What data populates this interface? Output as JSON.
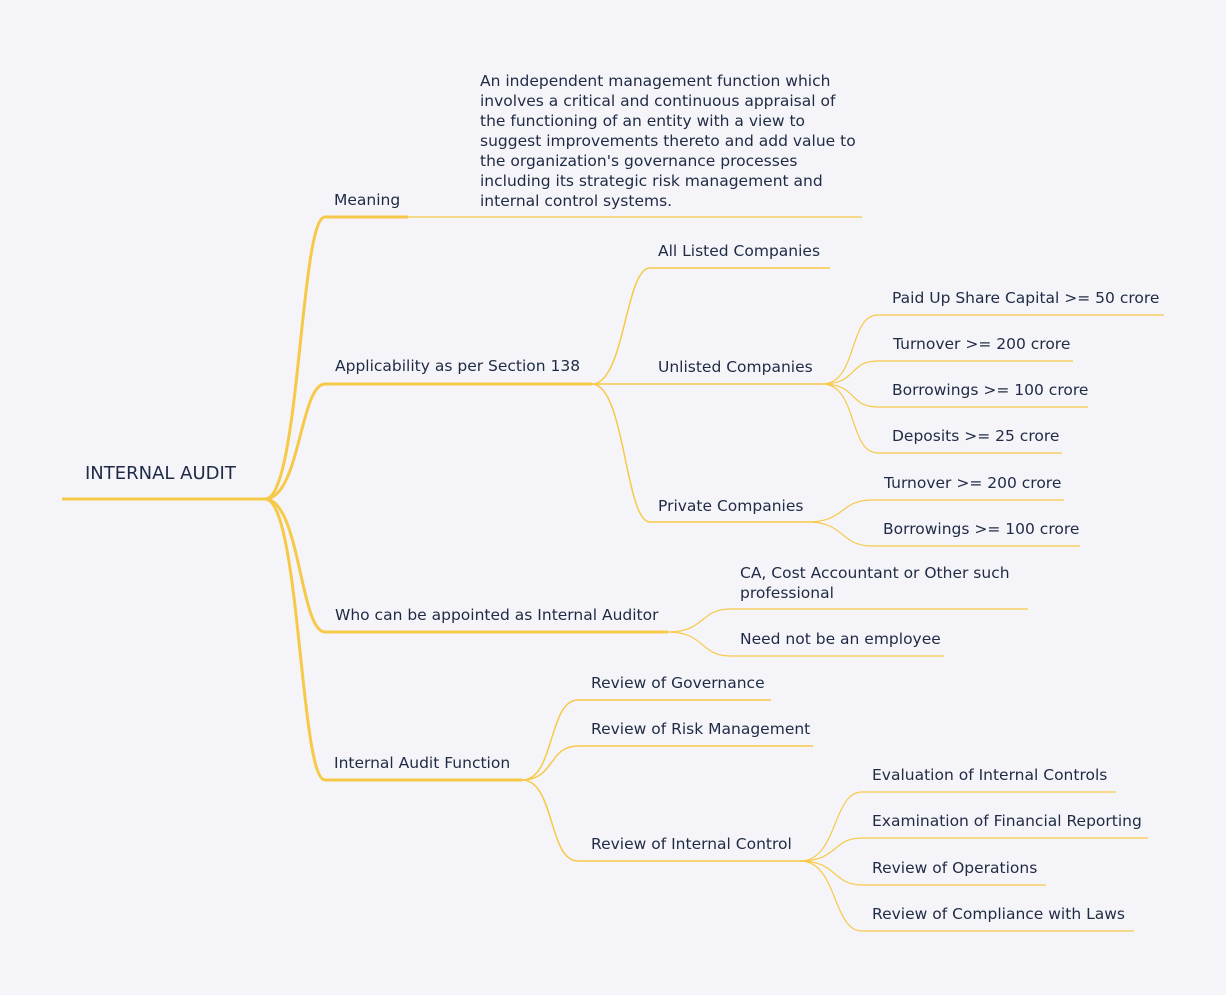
{
  "mindmap": {
    "root": "INTERNAL AUDIT",
    "meaning": {
      "label": "Meaning",
      "definition": "An independent management function which involves a critical and continuous appraisal of the functioning of an entity with a view to suggest improvements thereto and add value to the organization's governance processes including its strategic risk management and internal control systems."
    },
    "applicability": {
      "label": "Applicability as per Section 138",
      "listed": "All Listed Companies",
      "unlisted": {
        "label": "Unlisted Companies",
        "items": [
          "Paid Up Share Capital >= 50 crore",
          "Turnover >= 200 crore",
          "Borrowings >= 100 crore",
          "Deposits >= 25 crore"
        ]
      },
      "private": {
        "label": "Private Companies",
        "items": [
          "Turnover >= 200 crore",
          "Borrowings >= 100 crore"
        ]
      }
    },
    "appointment": {
      "label": "Who can be appointed as Internal Auditor",
      "items": [
        "CA, Cost Accountant or Other such professional",
        "Need not be an employee"
      ]
    },
    "function": {
      "label": "Internal Audit Function",
      "governance": "Review of Governance",
      "risk": "Review of Risk Management",
      "control": {
        "label": "Review of Internal Control",
        "items": [
          "Evaluation of Internal Controls",
          "Examination of Financial Reporting",
          "Review of Operations",
          "Review of Compliance with Laws"
        ]
      }
    },
    "colors": {
      "branch": "#f7c948",
      "text": "#1f2a44",
      "background": "#f5f5f9"
    }
  }
}
